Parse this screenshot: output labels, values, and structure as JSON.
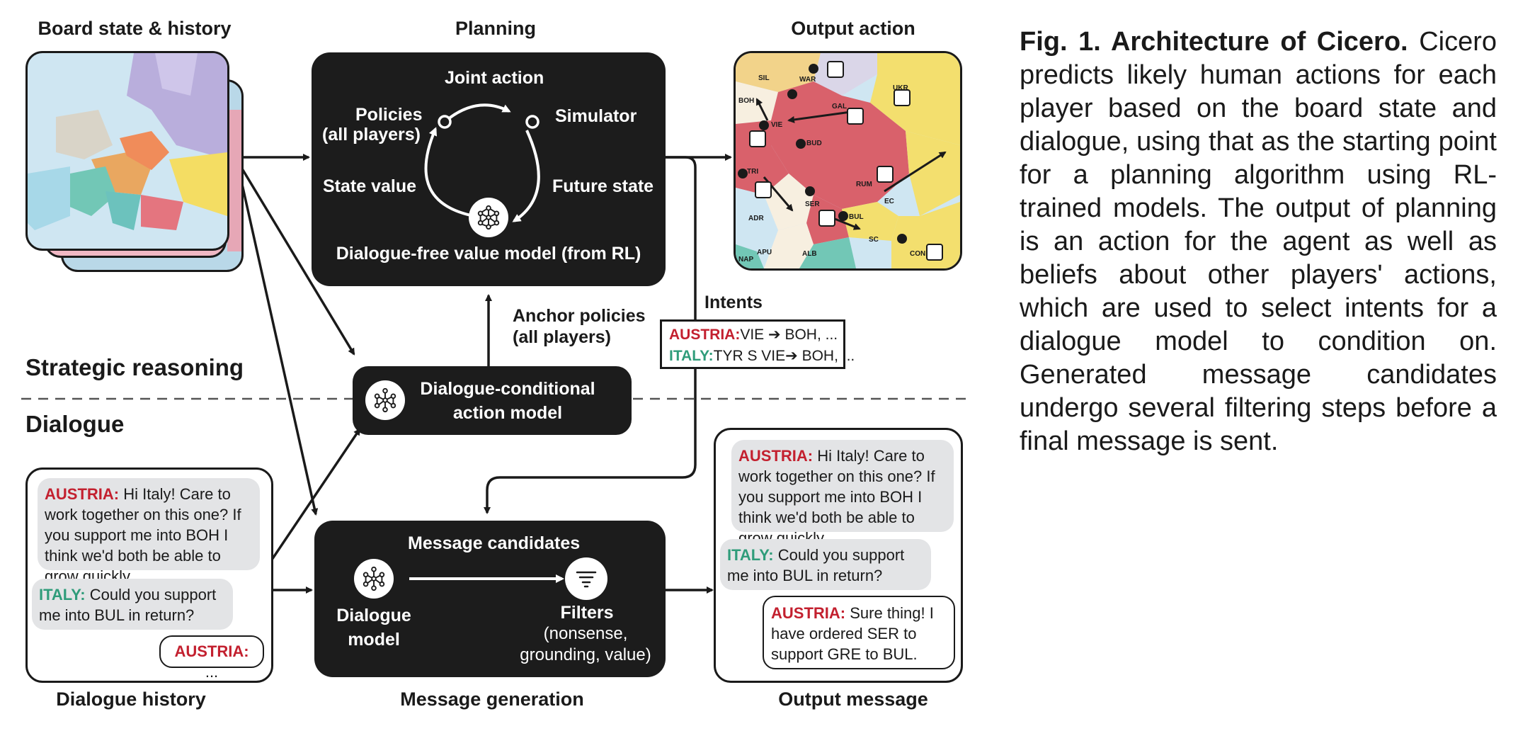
{
  "headers": {
    "board_state": "Board state & history",
    "planning": "Planning",
    "output_action": "Output action",
    "dialogue_history": "Dialogue history",
    "message_generation": "Message generation",
    "output_message": "Output message"
  },
  "sections": {
    "strategic": "Strategic reasoning",
    "dialogue": "Dialogue"
  },
  "planning_box": {
    "joint_action": "Joint action",
    "policies": "Policies",
    "all_players": "(all players)",
    "simulator": "Simulator",
    "state_value": "State value",
    "future_state": "Future state",
    "value_model": "Dialogue-free value model (from RL)"
  },
  "anchor": {
    "line1": "Anchor policies",
    "line2": "(all players)"
  },
  "action_model": {
    "line1": "Dialogue-conditional",
    "line2": "action model"
  },
  "intents": {
    "title": "Intents",
    "austria_speaker": "AUSTRIA:",
    "austria_text": "VIE ➔ BOH, ...",
    "italy_speaker": "ITALY:",
    "italy_text": "TYR S VIE➔ BOH, ..."
  },
  "msg_gen": {
    "candidates": "Message candidates",
    "dialogue_model_1": "Dialogue",
    "dialogue_model_2": "model",
    "filters": "Filters",
    "filters_sub1": "(nonsense,",
    "filters_sub2": "grounding, value)"
  },
  "dialogue_history": {
    "m1_speaker": "AUSTRIA:",
    "m1_text": "Hi Italy! Care to work together on this one? If you support me into BOH I think we'd both be able to grow quickly.",
    "m2_speaker": "ITALY:",
    "m2_text": "Could you support me into BUL in return?",
    "m3_speaker": "AUSTRIA:",
    "m3_text": "..."
  },
  "output_message": {
    "m1_speaker": "AUSTRIA:",
    "m1_text": "Hi Italy! Care to work together on this one? If you support me into BOH I think we'd both be able to grow quickly.",
    "m2_speaker": "ITALY:",
    "m2_text": "Could you support me into BUL in return?",
    "m3_speaker": "AUSTRIA:",
    "m3_text": "Sure thing! I have ordered SER to support GRE to BUL."
  },
  "map_labels": [
    "SIL",
    "WAR",
    "UKR",
    "BOH",
    "GAL",
    "VIE",
    "BUD",
    "TRI",
    "RUM",
    "SER",
    "BUL",
    "ADR",
    "EC",
    "SC",
    "CON",
    "APU",
    "ALB",
    "NAP"
  ],
  "caption": {
    "title": "Fig. 1. Architecture of Cicero.",
    "body": "Cicero predicts likely human actions for each player based on the board state and dialogue, using that as the starting point for a planning algorithm using RL-trained models. The output of planning is an action for the agent as well as beliefs about other players' actions, which are used to select intents for a dialogue model to condition on. Generated message candidates undergo several filtering steps before a final message is sent."
  },
  "colors": {
    "dark_box": "#1c1c1c",
    "austria_red": "#c3202f",
    "italy_green": "#2f9c7a",
    "bubble_gray": "#e3e4e6",
    "map_red": "#d9616b"
  }
}
